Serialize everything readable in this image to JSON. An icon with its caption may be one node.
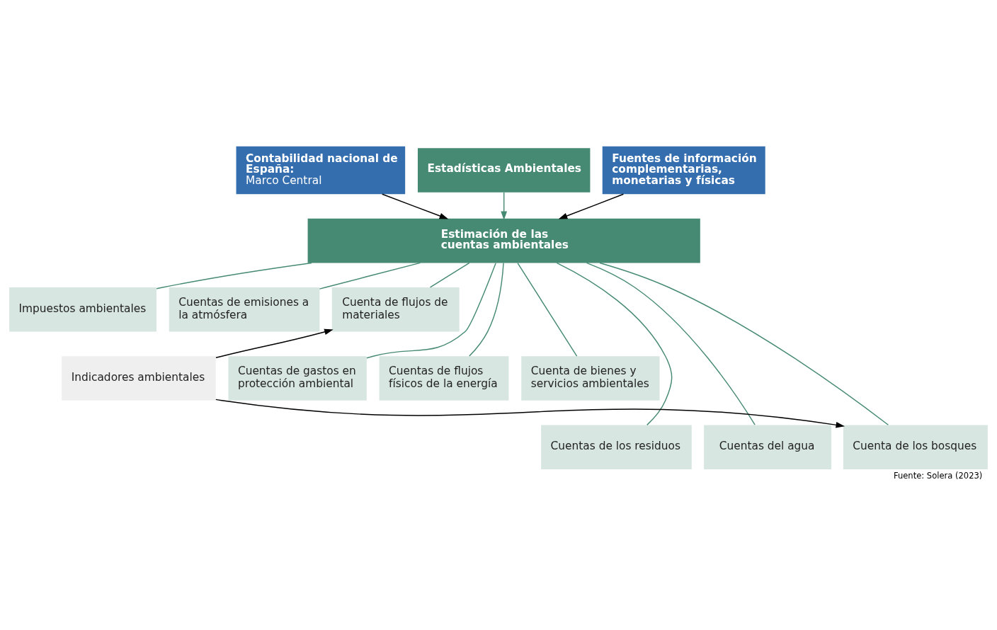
{
  "diagram": {
    "caption": "Fuente: Solera (2023)",
    "nodes": [
      {
        "text": [
          "Contabilidad nacional de España:",
          "Marco Central"
        ]
      },
      {
        "text": [
          "Estadísticas Ambientales"
        ]
      },
      {
        "text": [
          "Fuentes de información complementarias, monetarias y físicas"
        ]
      },
      {
        "text": [
          "Estimación de las cuentas ambientales"
        ]
      },
      {
        "text": [
          "Impuestos ambientales"
        ]
      },
      {
        "text": [
          "Cuentas de emisiones a la atmósfera"
        ]
      },
      {
        "text": [
          "Cuenta de flujos de materiales"
        ]
      },
      {
        "text": [
          "Cuentas de gastos en protección ambiental"
        ]
      },
      {
        "text": [
          "Cuentas de flujos físicos de la energía"
        ]
      },
      {
        "text": [
          "Cuenta de bienes y servicios ambientales"
        ]
      },
      {
        "text": [
          "Cuentas de los residuos"
        ]
      },
      {
        "text": [
          "Cuentas del agua"
        ]
      },
      {
        "text": [
          "Cuenta de los bosques"
        ]
      },
      {
        "text": [
          "Indicadores ambientales"
        ]
      }
    ],
    "edges": [
      {
        "from": 0,
        "to": 3,
        "arrow": "to",
        "color": "#000000"
      },
      {
        "from": 1,
        "to": 3,
        "arrow": "to"
      },
      {
        "from": 2,
        "to": 3,
        "arrow": "to",
        "color": "#000000"
      },
      {
        "from": 3,
        "to": 4,
        "arrow": "none"
      },
      {
        "from": 3,
        "to": 5,
        "arrow": "none"
      },
      {
        "from": 3,
        "to": 6,
        "arrow": "none"
      },
      {
        "from": 3,
        "to": 7,
        "arrow": "none"
      },
      {
        "from": 3,
        "to": 8,
        "arrow": "none"
      },
      {
        "from": 3,
        "to": 9,
        "arrow": "none"
      },
      {
        "from": 3,
        "to": 10,
        "arrow": "none"
      },
      {
        "from": 3,
        "to": 11,
        "arrow": "none"
      },
      {
        "from": 3,
        "to": 12,
        "arrow": "none"
      },
      {
        "from": 13,
        "to": 6,
        "arrow": "to",
        "color": "#000000"
      },
      {
        "from": 13,
        "to": 12,
        "arrow": "to",
        "color": "#000000"
      }
    ]
  }
}
